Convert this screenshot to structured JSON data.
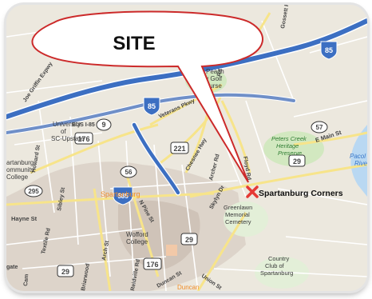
{
  "callout": {
    "text": "SITE"
  },
  "marker": {
    "label": "Spartanburg Corners",
    "icon": "x-marker-icon",
    "color": "#e53935"
  },
  "colors": {
    "interstate": "#3c6fc2",
    "water": "#9ec9f0",
    "urban": "#d8d0c8",
    "park": "#c8e6b4",
    "callout_stroke": "#cc2a2a"
  },
  "places": {
    "university": "University of SC-Upstate",
    "spartanburg": "Spartanburg",
    "community_college": "Spartanburg Community College",
    "wofford": "Wofford College",
    "greenlawn": "Greenlawn Memorial Cemetery",
    "country_club": "Country Club of Spartanburg",
    "peach_valley": "Peach Valley Golf Course",
    "peters_creek": "Peters Creek Heritage Preserve",
    "pacolet": "Pacolet River",
    "duncan": "Duncan"
  },
  "roads": {
    "joe_griffin": "Joe Griffin Expwy",
    "veterans": "Veterans Pkwy",
    "chesnee": "Chesnee Hwy",
    "archer": "Archer Rd",
    "floyd": "Floyd Rd",
    "skylyn": "Skylyn Dr",
    "bus_i85": "BUS I-85",
    "howard": "Howard St",
    "sibley": "Sibley St",
    "hayne": "Hayne St",
    "textile": "Textile Rd",
    "arch": "Arch St",
    "n_pine": "N Pine St",
    "reidville": "Reidville Rd",
    "duncan_st": "Duncan St",
    "union": "Union St",
    "e_main": "E Main St",
    "gossett": "Gossett Rd",
    "gate": "gate",
    "camp": "Cam",
    "briarwood": "Briarwood",
    "peach_rd": "Rd"
  },
  "shields": {
    "i85": "85",
    "i85_east": "85",
    "i585": "585",
    "us176": "176",
    "us176_b": "176",
    "us221": "221",
    "sc9": "9",
    "sc56": "56",
    "sc295": "295",
    "sc29": "29",
    "sc29_b": "29",
    "sc29_c": "29",
    "sc57": "57"
  }
}
